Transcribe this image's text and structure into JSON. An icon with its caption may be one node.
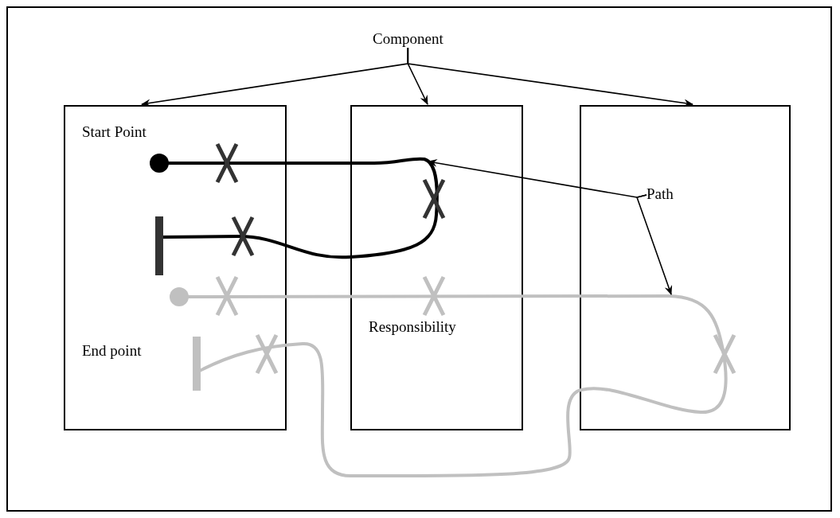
{
  "diagram": {
    "nodes": [
      {
        "text": [
          "Component"
        ]
      },
      {
        "text": [],
        "shape": "box"
      },
      {
        "text": [],
        "shape": "box"
      },
      {
        "text": [],
        "shape": "box"
      },
      {
        "text": [
          "Path"
        ],
        "in": 3
      },
      {
        "text": [],
        "shape": "line"
      },
      {
        "text": [],
        "shape": "line"
      }
    ],
    "edges": [
      {
        "from": 0,
        "to": 1,
        "arrow": "to"
      },
      {
        "from": 0,
        "to": 2,
        "arrow": "to"
      },
      {
        "from": 0,
        "to": 3,
        "arrow": "to"
      },
      {
        "from": 4,
        "to": 5,
        "arrow": "to"
      },
      {
        "from": 4,
        "to": 6,
        "arrow": "to"
      }
    ],
    "labels": [
      "Start Point",
      "Responsibility",
      "End point"
    ]
  }
}
